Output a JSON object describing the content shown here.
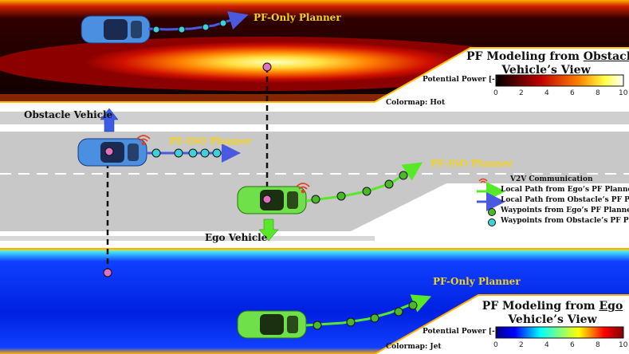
{
  "labels": {
    "pf_only_top": "PF-Only Planner",
    "pf_iso_obstacle": "PF-ISO Planner",
    "pf_iso_ego": "PF-ISO Planner",
    "pf_only_bottom": "PF-Only Planner",
    "obstacle_vehicle": "Obstacle Vehicle",
    "ego_vehicle": "Ego Vehicle"
  },
  "top_panel": {
    "title_prefix": "PF Modeling from ",
    "title_underlined": "Obstacle",
    "title_line2": "Vehicle’s View",
    "colorbar_label": "Potential Power [-]",
    "colormap": "Colormap: Hot",
    "ticks": [
      "0",
      "2",
      "4",
      "6",
      "8",
      "10"
    ]
  },
  "bottom_panel": {
    "title_prefix": "PF Modeling from ",
    "title_underlined": "Ego",
    "title_line2": "Vehicle’s View",
    "colorbar_label": "Potential Power [-]",
    "colormap": "Colormap: Jet",
    "ticks": [
      "0",
      "2",
      "4",
      "6",
      "8",
      "10"
    ]
  },
  "legend": [
    {
      "icon": "wifi-icon",
      "text": "V2V Communication"
    },
    {
      "icon": "green-arrow-icon",
      "text": "Local Path from Ego’s PF Planner"
    },
    {
      "icon": "blue-arrow-icon",
      "text": "Local Path from Obstacle’s PF Planner"
    },
    {
      "icon": "green-waypoint-icon",
      "text": "Waypoints from Ego’s PF Planner"
    },
    {
      "icon": "cyan-waypoint-icon",
      "text": "Waypoints from Obstacle’s PF Planner"
    }
  ],
  "colors": {
    "obstacle_car": "#4a8fe0",
    "ego_car": "#6fe04a",
    "blue_path": "#4a5ae0",
    "green_path": "#58e82a",
    "cyan_waypoint": "#3fd0d8",
    "green_waypoint": "#4ab82a",
    "label_yellow": "#f2d21b"
  }
}
